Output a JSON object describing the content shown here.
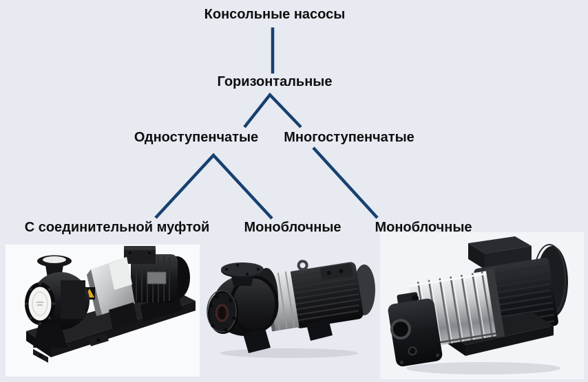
{
  "theme": {
    "background": "#e7eaf1",
    "line_color": "#17406f",
    "text_color": "#0e0e0e",
    "photo_background": "#f9fafc"
  },
  "diagram": {
    "title": "Консольные насосы",
    "nodes": {
      "root": "Консольные насосы",
      "horizontal": "Горизонтальные",
      "single_stage": "Одноступенчатые",
      "multi_stage": "Многоступенчатые",
      "coupled": "С соединительной муфтой",
      "monoblock_single": "Моноблочные",
      "monoblock_multi": "Моноблочные"
    },
    "photos": {
      "coupled_pump": "long-coupled-pump-on-baseplate-photo",
      "monoblock_single_pump": "monoblock-single-stage-pump-photo",
      "monoblock_multi_pump": "monoblock-multistage-pump-photo"
    }
  }
}
